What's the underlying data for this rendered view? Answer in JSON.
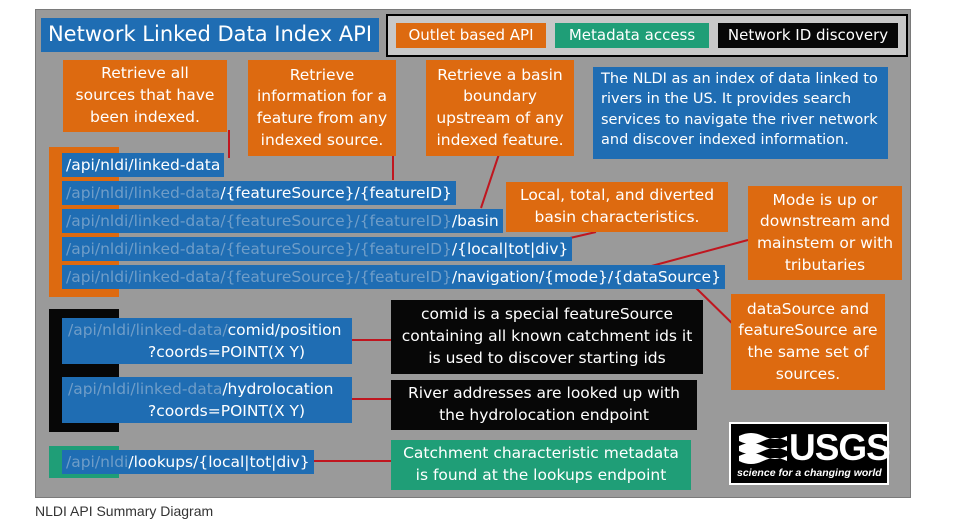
{
  "title": "Network Linked Data Index API",
  "legend": {
    "outlet": "Outlet based API",
    "metadata": "Metadata access",
    "network_id": "Network ID discovery"
  },
  "callouts": {
    "linked_data": "Retrieve all sources that have been indexed.",
    "feature": "Retrieve information for a feature from any indexed source.",
    "basin": "Retrieve a basin boundary upstream of any indexed feature.",
    "nldi_desc": "The NLDI as an index of data linked to rivers in the US. It provides search services to navigate the river network and discover indexed information.",
    "characteristics": "Local, total, and diverted basin characteristics.",
    "mode": "Mode is up or downstream and mainstem or with tributaries",
    "datasource": "dataSource and featureSource are the same set of sources.",
    "comid": "comid is a special featureSource containing all known catchment ids it is used to discover starting ids",
    "hydrolocation": "River addresses are looked up with the hydrolocation endpoint",
    "lookups": "Catchment characteristic metadata is found at the lookups endpoint"
  },
  "paths": {
    "p1": "/api/nldi/linked-data",
    "p2_prefix": "/api/nldi/linked-data",
    "p2_suffix": "/{featureSource}/{featureID}",
    "p3_prefix": "/api/nldi/linked-data/{featureSource}/{featureID}",
    "p3_suffix": "/basin",
    "p4_prefix": "/api/nldi/linked-data/{featureSource}/{featureID}",
    "p4_suffix": "/{local|tot|div}",
    "p5_prefix": "/api/nldi/linked-data/{featureSource}/{featureID}",
    "p5_suffix": "/navigation/{mode}/{dataSource}",
    "comid_prefix": "/api/nldi/linked-data/",
    "comid_suffix": "comid/position",
    "comid_line2": "?coords=POINT(X Y)",
    "hydro_prefix": "/api/nldi/linked-data",
    "hydro_suffix": "/hydrolocation",
    "hydro_line2": "?coords=POINT(X Y)",
    "lookups_prefix": "/api/nldi",
    "lookups_suffix": "/lookups/{local|tot|div}"
  },
  "logo": {
    "word": "USGS",
    "tagline": "science for a changing world"
  },
  "caption": "NLDI API Summary Diagram",
  "colors": {
    "orange": "#dd6a10",
    "blue": "#1f6db3",
    "green": "#1f9e77",
    "black": "#070707",
    "connector": "#c0161f",
    "background": "#9a9a9a"
  }
}
